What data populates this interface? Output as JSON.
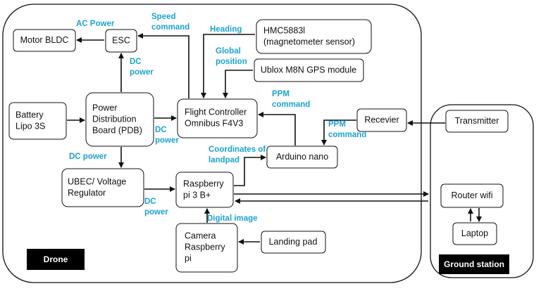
{
  "colors": {
    "edge_label": "#1aa3d4",
    "line": "#111111",
    "tag_bg": "#000000",
    "tag_fg": "#ffffff"
  },
  "containers": {
    "drone": {
      "tag": "Drone"
    },
    "ground": {
      "tag": "Ground station"
    }
  },
  "nodes": {
    "motor": [
      "Motor BLDC"
    ],
    "esc": [
      "ESC"
    ],
    "hmc": [
      "HMC5883l",
      "(magnetometer sensor)"
    ],
    "gps": [
      "Ublox M8N GPS module"
    ],
    "battery": [
      "Battery",
      "Lipo 3S"
    ],
    "pdb": [
      "Power",
      "Distribution",
      "Board (PDB)"
    ],
    "fc": [
      "Flight Controller",
      "Omnibus F4V3"
    ],
    "receiver": [
      "Recevier"
    ],
    "transmitter": [
      "Transmitter"
    ],
    "arduino": [
      "Arduino nano"
    ],
    "ubec": [
      "UBEC/ Voltage",
      "Regulator"
    ],
    "rpi": [
      "Raspberry",
      "pi 3 B+"
    ],
    "router": [
      "Router wifi"
    ],
    "laptop": [
      "Laptop"
    ],
    "camera": [
      "Camera",
      "Raspberry",
      "pi"
    ],
    "landing": [
      "Landing pad"
    ]
  },
  "edge_labels": {
    "ac_power": [
      "AC Power"
    ],
    "speed_command": [
      "Speed",
      "command"
    ],
    "heading": [
      "Heading"
    ],
    "global_position": [
      "Global",
      "position"
    ],
    "dc_power_pdb_esc": [
      "DC",
      "power"
    ],
    "ppm_arduino_fc": [
      "PPM",
      "command"
    ],
    "ppm_receiver_arduino": [
      "PPM",
      "command"
    ],
    "dc_power_pdb_fc": [
      "DC",
      "power"
    ],
    "dc_power_pdb_ubec": [
      "DC power"
    ],
    "coordinates": [
      "Coordinates of",
      "landpad"
    ],
    "dc_power_ubec_rpi": [
      "DC",
      "power"
    ],
    "digital_image": [
      "Digital image"
    ]
  }
}
